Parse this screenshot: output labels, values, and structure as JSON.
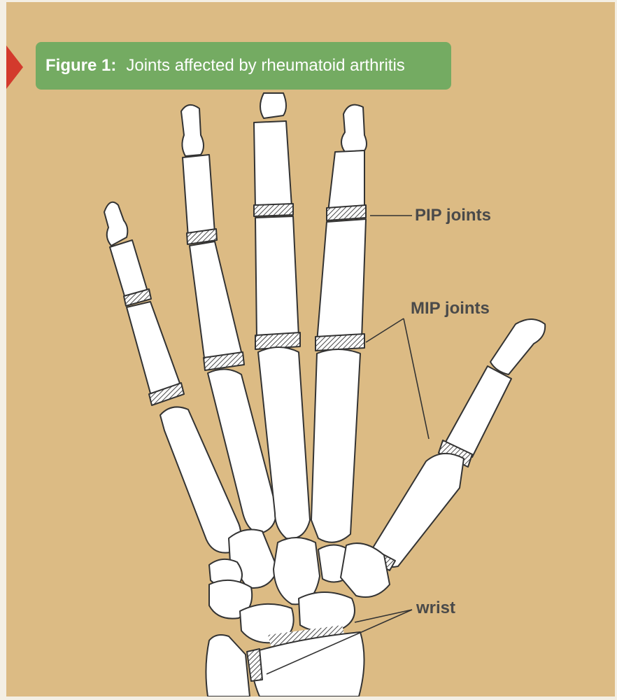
{
  "figure": {
    "label": "Figure 1:",
    "title": "Joints affected by rheumatoid arthritis"
  },
  "labels": {
    "pip": "PIP joints",
    "mip": "MIP joints",
    "wrist": "wrist"
  },
  "colors": {
    "background": "#dcbb84",
    "title_bar": "#74ab62",
    "marker": "#d33a2c",
    "bone": "#ffffff",
    "outline": "#333333",
    "label_text": "#4a4a4a"
  }
}
